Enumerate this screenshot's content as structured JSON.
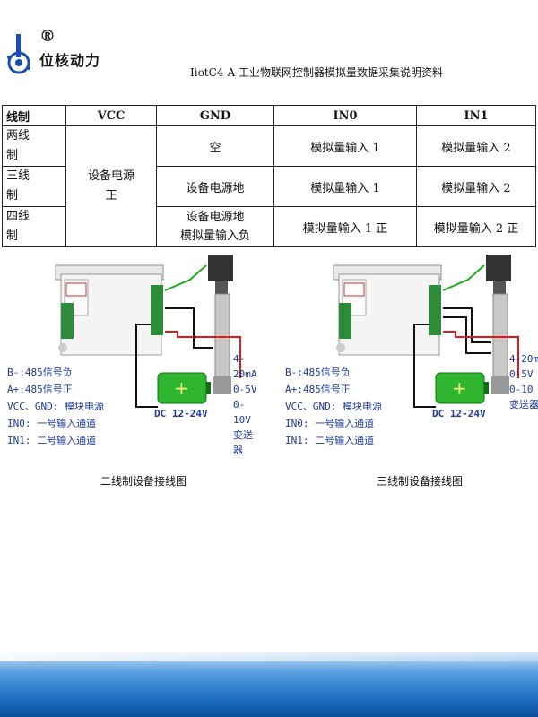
{
  "header": {
    "logo_reg": "®",
    "brand": "位核动力",
    "doc_title": "IiotC4-A 工业物联网控制器模拟量数据采集说明资料"
  },
  "table": {
    "headers": [
      "线制",
      "VCC",
      "GND",
      "IN0",
      "IN1"
    ],
    "rows": [
      {
        "label": "两线\n制",
        "gnd": "空",
        "in0": "模拟量输入 1",
        "in1": "模拟量输入 2"
      },
      {
        "label": "三线\n制",
        "gnd": "设备电源地",
        "in0": "模拟量输入 1",
        "in1": "模拟量输入 2"
      },
      {
        "label": "四线\n制",
        "gnd": "设备电源地\n模拟量输入负",
        "in0": "模拟量输入 1 正",
        "in1": "模拟量输入 2 正"
      }
    ],
    "vcc_merged": "设备电源\n正"
  },
  "diagram_left": {
    "legend": [
      "B-:485信号负",
      "A+:485信号正",
      "VCC、GND: 模块电源",
      "IN0: 一号输入通道",
      "IN1: 二号输入通道"
    ],
    "battery_label": "DC 12-24V",
    "transmitter": [
      "4-20mA",
      "0-5V",
      "0-10V",
      "变送器"
    ],
    "caption": "二线制设备接线图"
  },
  "diagram_right": {
    "legend": [
      "B-:485信号负",
      "A+:485信号正",
      "VCC、GND: 模块电源",
      "IN0: 一号输入通道",
      "IN1: 二号输入通道"
    ],
    "battery_label": "DC 12-24V",
    "transmitter": [
      "4-20m",
      "0-5V",
      "0-10",
      "变送器"
    ],
    "caption": "三线制设备接线图"
  },
  "colors": {
    "legend_text": "#1e3a9a",
    "battery_green": "#2fb52f",
    "wire_red": "#e01818",
    "wire_green": "#1faa1f",
    "footer_blue": "#1f6fc4"
  }
}
